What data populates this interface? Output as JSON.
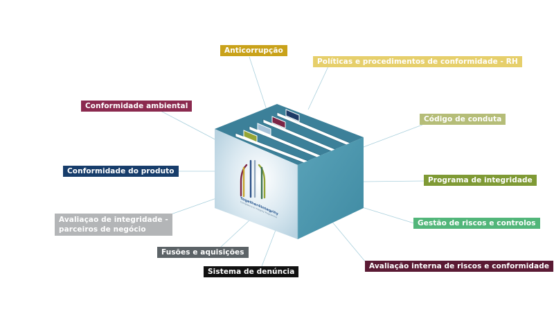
{
  "logo": {
    "wordmark": "Together4Integrity",
    "tagline": "Compliance & Integrity Programme"
  },
  "labels": [
    {
      "id": "anticorrupcao",
      "text": "Anticorrupção",
      "color": "#c9a21a"
    },
    {
      "id": "politicas-rh",
      "text": "Políticas e procedimentos de conformidade - RH",
      "color": "#e6cf6b"
    },
    {
      "id": "conformidade-ambiental",
      "text": "Conformidade ambiental",
      "color": "#8b2a4f"
    },
    {
      "id": "codigo-conduta",
      "text": "Código de conduta",
      "color": "#b5bd78"
    },
    {
      "id": "conformidade-produto",
      "text": "Conformidade do produto",
      "color": "#173d6b"
    },
    {
      "id": "programa-integridade",
      "text": "Programa de integridade",
      "color": "#7f9a35"
    },
    {
      "id": "avaliacao-parceiros",
      "lines": [
        "Avaliaçao de integridade -",
        "parceiros de negócio"
      ],
      "color": "#b3b5b7"
    },
    {
      "id": "gestao-riscos",
      "text": "Gestão de riscos e controlos",
      "color": "#52b67a"
    },
    {
      "id": "fusoes",
      "text": "Fusões e aquisições",
      "color": "#5c6367"
    },
    {
      "id": "sistema-denuncia",
      "text": "Sistema de denúncia",
      "color": "#111111"
    },
    {
      "id": "avaliacao-interna",
      "text": "Avaliação interna de riscos e conformidade",
      "color": "#5a1a34"
    }
  ],
  "colors": {
    "box_front": "#c5dce8",
    "box_side": "#4d96ad",
    "box_top_inner": "#3c8099",
    "connector": "#a8cfdc"
  }
}
